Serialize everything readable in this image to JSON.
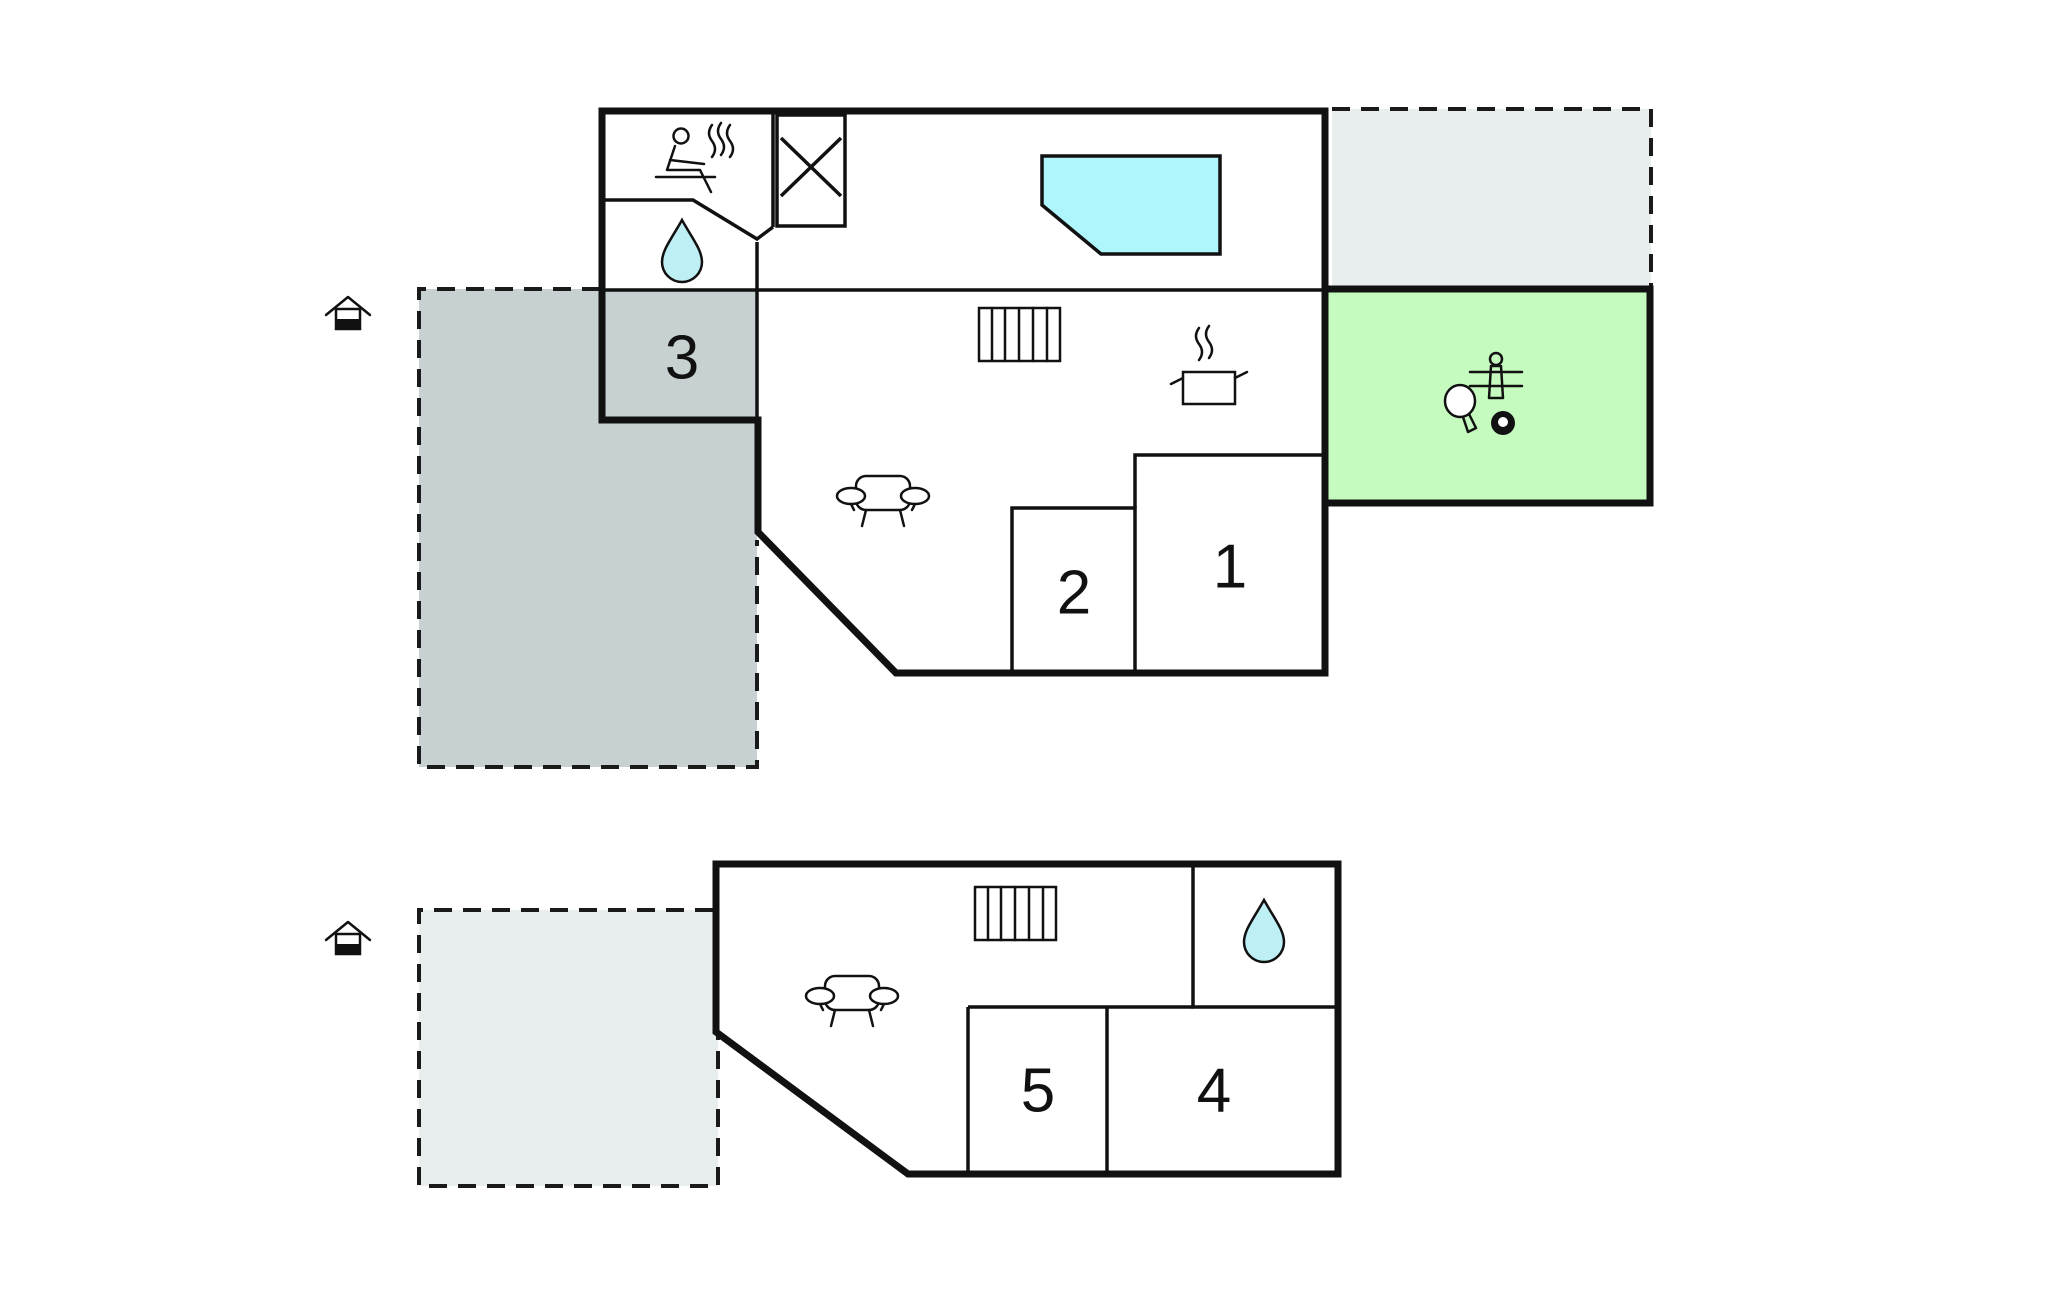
{
  "colors": {
    "background": "#ffffff",
    "wall": "#111111",
    "terrace_dark": "#c8d1d2",
    "terrace_light": "#e8eeee",
    "activity_room": "#c6fbbf",
    "pool": "#aef6fb",
    "water": "#bdeff5"
  },
  "floors": [
    {
      "rooms": [
        {
          "number": "1"
        },
        {
          "number": "2"
        },
        {
          "number": "3"
        }
      ],
      "icons": [
        "sauna-icon",
        "water-drop-icon",
        "pool-icon",
        "fireplace-icon",
        "kitchen-pot-icon",
        "sofa-icon",
        "table-football-icon",
        "table-tennis-icon",
        "billiard-ball-icon",
        "terrace-house-icon"
      ]
    },
    {
      "rooms": [
        {
          "number": "4"
        },
        {
          "number": "5"
        }
      ],
      "icons": [
        "water-drop-icon",
        "fireplace-icon",
        "sofa-icon",
        "terrace-house-icon"
      ]
    }
  ]
}
